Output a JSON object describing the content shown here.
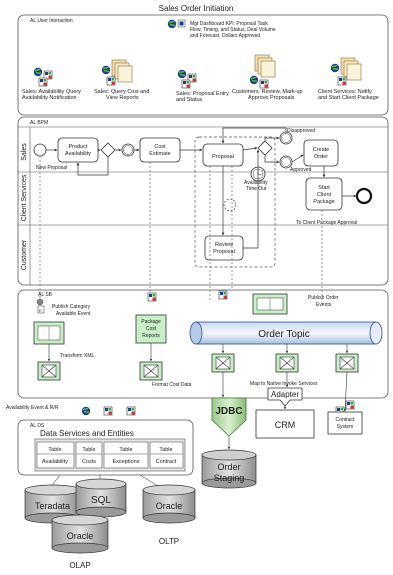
{
  "title": "Sales Order Initiation",
  "ui": {
    "label": "AL User Interaction",
    "dashboard": [
      "Mgt Dashboard KPI: Proposal Task",
      "Flow, Timing, and Status, Deal Volume",
      "and Forecast, Dollars Approved"
    ],
    "apps": [
      [
        "Sales: Availability Query",
        "Availability Notification"
      ],
      [
        "Sales: Query Cost and",
        "View Reports"
      ],
      [
        "Sales: Proposal Entry",
        "and Status"
      ],
      [
        "Customers: Review, Mark-up",
        "Approve Proposals"
      ],
      [
        "Client Services: Notify",
        "and Start Client Package"
      ]
    ]
  },
  "bpm": {
    "label": "AL BPM",
    "lanes": [
      "Sales",
      "Client Services",
      "Customer"
    ],
    "tasks": {
      "product_availability": [
        "Product",
        "Availability"
      ],
      "cost_estimate": [
        "Cost",
        "Estimate"
      ],
      "proposal": "Proposal",
      "create_order": [
        "Create",
        "Order"
      ],
      "start_client_package": [
        "Start",
        "Client",
        "Package"
      ],
      "review_proposal": [
        "Review",
        "Proposal"
      ]
    },
    "labels": {
      "new_proposal": "New Proposal",
      "disapproved": "Disapproved",
      "approved": "Approved",
      "availability_timeout": [
        "Availability",
        "Time Out"
      ],
      "to_client_package": "To Client Package Approval"
    }
  },
  "sb": {
    "label": "AL SB",
    "publish_category": [
      "Publish Category",
      "Available Event"
    ],
    "publish_order": [
      "Publish Order",
      "Events"
    ],
    "package_cost": [
      "Package",
      "Cost",
      "Reports"
    ],
    "transform_xml": "Transform XML",
    "format_cost": "Format Cost Data",
    "order_topic": "Order Topic",
    "map_native": "Map to Native Invoke Services",
    "avail_event": "Availability Event & R/R"
  },
  "ds": {
    "label": "AL DS",
    "title": "Data Services and Entities",
    "tables": [
      {
        "head": "Table",
        "name": "Availability"
      },
      {
        "head": "Table",
        "name": "Costs"
      },
      {
        "head": "Table",
        "name": "Exceptions"
      },
      {
        "head": "Table",
        "name": "Contract"
      }
    ]
  },
  "targets": {
    "jdbc": "JDBC",
    "adapter": "Adapter",
    "crm": "CRM",
    "contract": [
      "Contract",
      "System"
    ],
    "order_staging": [
      "Order",
      "Staging"
    ]
  },
  "databases": {
    "teradata": "Teradata",
    "sql": "SQL",
    "oracle1": "Oracle",
    "oracle2": "Oracle",
    "olap": "OLAP",
    "oltp": "OLTP"
  }
}
